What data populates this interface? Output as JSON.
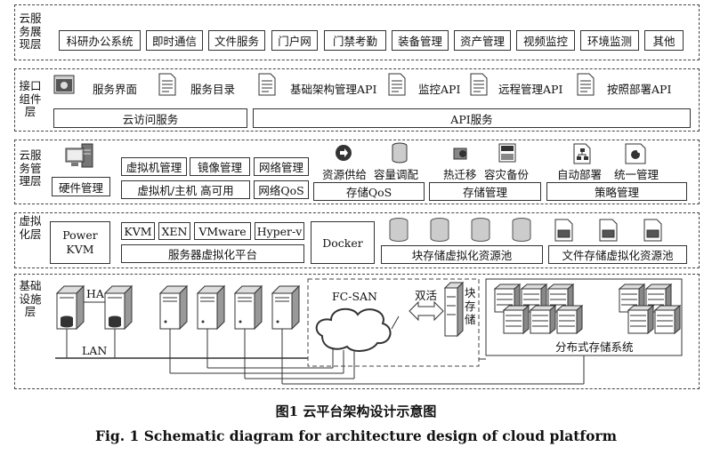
{
  "layers": {
    "presentation": "云服务展现层",
    "interface": "接口组件层",
    "management": "云服务管理层",
    "virtualization": "虚拟化层",
    "infrastructure": "基础设施层"
  },
  "presentation_items": [
    "科研办公系统",
    "即时通信",
    "文件服务",
    "门户网",
    "门禁考勤",
    "装备管理",
    "资产管理",
    "视频监控",
    "环境监测",
    "其他"
  ],
  "interface": {
    "components": [
      "服务界面",
      "服务目录",
      "基础架构管理API",
      "监控API",
      "远程管理API",
      "按照部署API"
    ],
    "cloud_access": "云访问服务",
    "api_service": "API服务"
  },
  "management": {
    "hardware": "硬件管理",
    "vm_row1": [
      "虚拟机管理",
      "镜像管理",
      "网络管理"
    ],
    "vm_row2": [
      "虚拟机/主机 高可用",
      "网络QoS"
    ],
    "storage_top": [
      "资源供给",
      "容量调配"
    ],
    "storage_qos": "存储QoS",
    "mgmt_top": [
      "热迁移",
      "容灾备份"
    ],
    "storage_mgmt": "存储管理",
    "strategy_top": [
      "自动部署",
      "统一管理"
    ],
    "strategy_mgmt": "策略管理"
  },
  "virtualization": {
    "powerkvm": [
      "Power",
      "KVM"
    ],
    "hypervisors": [
      "KVM",
      "XEN",
      "VMware",
      "Hyper-v"
    ],
    "server_platform": "服务器虚拟化平台",
    "docker": "Docker",
    "block_pool": "块存储虚拟化资源池",
    "file_pool": "文件存储虚拟化资源池"
  },
  "infrastructure": {
    "ha": "HA",
    "lan": "LAN",
    "fcsan": "FC-SAN",
    "dual_active": "双活",
    "block_storage": "块存储",
    "distributed": "分布式存储系统"
  },
  "caption": {
    "cn": "图1   云平台架构设计示意图",
    "en": "Fig. 1   Schematic diagram for architecture design of cloud platform"
  }
}
